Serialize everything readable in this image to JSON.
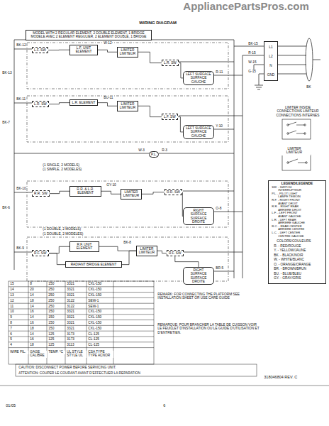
{
  "diagram": {
    "title": "WIRING DIAGRAM",
    "nodes": [
      {
        "text": [
          "MODEL WITH 2 REGULAR ELEMENT, 2 DOUBLE ELEMENT, 1 BRIDGE",
          "MODELE AVEC 2 ELEMENT REGULIER, 2 ELEMENT DOUBLE, 1 BRIDGE"
        ]
      },
      {
        "text": [
          "L.F. SW"
        ]
      },
      {
        "text": [
          "L.F. UNIT ELEMENT"
        ]
      },
      {
        "text": [
          "LIMITER LIMITEUR"
        ]
      },
      {
        "text": [
          "L.R. SW"
        ]
      },
      {
        "text": [
          "LEFT SURFACE SURFACE GAUCHE"
        ]
      },
      {
        "text": [
          "L.R. SW"
        ]
      },
      {
        "text": [
          "L.R. ELEMENT"
        ]
      },
      {
        "text": [
          "LIMITER LIMITEUR"
        ]
      },
      {
        "text": [
          "L.F. SW"
        ]
      },
      {
        "text": [
          "LEFT SURFACE SURFACE GAUCHE"
        ]
      },
      {
        "text": [
          "P.L."
        ]
      },
      {
        "text": [
          "R.R. SW"
        ]
      },
      {
        "text": [
          "R.R. & L.R. ELEMENT"
        ]
      },
      {
        "text": [
          "LIMITER LIMITEUR"
        ]
      },
      {
        "text": [
          "R.R. SW"
        ]
      },
      {
        "text": [
          "RIGHT SURFACE SURFACE DROITE"
        ]
      },
      {
        "text": [
          "R.F. SW"
        ]
      },
      {
        "text": [
          "R.F. UNIT ELEMENT"
        ]
      },
      {
        "text": [
          "RADIANT BRIDGE ELEMENT"
        ]
      },
      {
        "text": [
          "LIMITER LIMITEUR"
        ]
      },
      {
        "text": [
          "R.F. SW"
        ]
      },
      {
        "text": [
          "RIGHT SURFACE SURFACE DROITE"
        ]
      },
      {
        "text": [
          "L1",
          "L2",
          "N",
          "GND"
        ]
      },
      {
        "text": [
          "LIMITER INSIDE CONNECTIONS LIMITEUR CONNECTIONS INTERNES"
        ]
      },
      {
        "text": [
          "LIMITER LIMITEUR"
        ]
      },
      {
        "text": [
          "LEGEND/LEGENDE"
        ]
      }
    ],
    "edges": [
      {
        "from": 1,
        "to": 2,
        "arrow": "none"
      },
      {
        "from": 2,
        "to": 3,
        "arrow": "none"
      },
      {
        "from": 3,
        "to": 4,
        "arrow": "none"
      },
      {
        "from": 4,
        "to": 5,
        "arrow": "none"
      },
      {
        "from": 6,
        "to": 7,
        "arrow": "none"
      },
      {
        "from": 7,
        "to": 8,
        "arrow": "none"
      },
      {
        "from": 8,
        "to": 9,
        "arrow": "none"
      },
      {
        "from": 9,
        "to": 10,
        "arrow": "none"
      },
      {
        "from": 12,
        "to": 13,
        "arrow": "none"
      },
      {
        "from": 13,
        "to": 14,
        "arrow": "none"
      },
      {
        "from": 14,
        "to": 15,
        "arrow": "none"
      },
      {
        "from": 15,
        "to": 16,
        "arrow": "none"
      },
      {
        "from": 17,
        "to": 18,
        "arrow": "none"
      },
      {
        "from": 17,
        "to": 19,
        "arrow": "none"
      },
      {
        "from": 18,
        "to": 20,
        "arrow": "none"
      },
      {
        "from": 19,
        "to": 20,
        "arrow": "none"
      },
      {
        "from": 20,
        "to": 21,
        "arrow": "none"
      },
      {
        "from": 21,
        "to": 22,
        "arrow": "none"
      }
    ],
    "labels": [
      "AppliancePartsPros.com",
      "01/05",
      "6",
      "318046804 REV. C",
      "REMARK: FOR CONNECTING THE PLATFORM SEE INSTALLATION SHEET OR USE CARE GUIDE",
      "REMARQUE: POUR BRANCHER LA TABLE DE CUISSON VOIR LE FEUILLET D'INSTALLATION OU LE GUIDE D'UTILISATION ET D'ENTRETIEN.",
      "CAUTION: DISCONNECT POWER BEFORE SERVICING UNIT.",
      "ATTENTION: COUPER LE COURANT AVANT D'EFFECTUER LA REPARATION",
      "SW. - SWITCH",
      "INTERRUPTEUR",
      "P.L. - PILOT LIGHT",
      "LAMPE TEMOIN",
      "R.F. - RIGHT FRONT",
      "AVANT DROIT",
      "R.R. - RIGHT REAR",
      "ARRIERE DROIT",
      "L.F. - LEFT FRONT",
      "AVANT GAUCHE",
      "L.R. - LEFT REAR",
      "ARRIERE GAUCHE",
      "R.C. - REAR CENTER",
      "ARRIERE CENTRE",
      "L.C. - LEFT CENTER",
      "CENTRE GAUCHE",
      "COLORS/COULEURS",
      "R. - RED/ROUGE",
      "Y. - YELLOW/JAUNE",
      "BK. - BLACK/NOIR",
      "W. - WHITE/BLANC",
      "O. - ORANGE/ORANGE",
      "BR. - BROWN/BRUN",
      "BU. - BLUE/BLEU",
      "GY. - GRAY/GRIS",
      "BK-15",
      "R-15",
      "W-15",
      "G-15",
      "BK",
      "(1 SINGLE, 2 MODELS)",
      "(1 SIMPLE, 2 MODELES)",
      "(1 DOUBLE, 2 MODELS)",
      "(1 DOUBLE, 2 MODELES)",
      "BK-13",
      "BK-7",
      "BK-6",
      "BK-12",
      "BK-11",
      "BK-10",
      "BK-9",
      "R-11",
      "Y-10",
      "O-8",
      "BR-5",
      "W-12",
      "BU-11",
      "GY-10",
      "BK-8",
      "R-3",
      "W-3",
      "15",
      "8",
      "150",
      "3321",
      "CXL-150",
      "14",
      "20",
      "250",
      "3321",
      "CXL-150",
      "13",
      "14",
      "250",
      "3321",
      "CXL-150",
      "12",
      "18",
      "250",
      "3122",
      "SEW-1",
      "11",
      "14",
      "250",
      "3122",
      "SEW-1",
      "10",
      "16",
      "150",
      "3321",
      "CXL-150",
      "9",
      "14",
      "150",
      "3321",
      "CXL-150",
      "8",
      "16",
      "150",
      "3321",
      "CXL-150",
      "7",
      "18",
      "150",
      "3321",
      "CXL-150",
      "6",
      "14",
      "125",
      "3173",
      "CL-125",
      "5",
      "16",
      "125",
      "3173",
      "CL-125",
      "4",
      "18",
      "125",
      "3113",
      "CL-125",
      "WIRE FIL.",
      "GAGE CALIBRE",
      "TEMP. °C",
      "UL STYLE STYLE UL",
      "CSA TYPE TYPE ACNOR"
    ]
  }
}
